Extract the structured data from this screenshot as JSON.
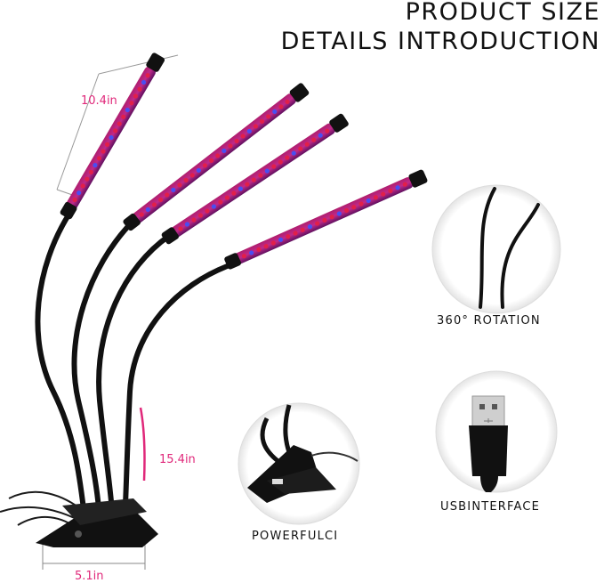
{
  "header": {
    "line1": "PRODUCT SIZE",
    "line2": "DETAILS INTRODUCTION"
  },
  "dimensions": {
    "bar_length": "10.4in",
    "height": "15.4in",
    "base_width": "5.1in"
  },
  "features": [
    {
      "label": "360° ROTATION",
      "icon": "gooseneck-rotation-icon"
    },
    {
      "label": "USBINTERFACE",
      "icon": "usb-plug-icon"
    },
    {
      "label": "POWERFULCI",
      "icon": "clip-icon"
    }
  ],
  "colors": {
    "led_red": "#e0204a",
    "led_blue": "#4a4ef0",
    "dimension_pink": "#e0287a",
    "lamp_body": "#111111"
  }
}
